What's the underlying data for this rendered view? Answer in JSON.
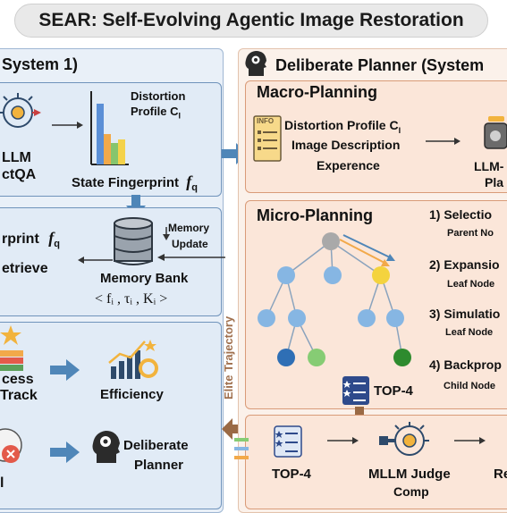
{
  "title": "SEAR: Self-Evolving Agentic Image Restoration",
  "left_panel": {
    "header": "System 1)",
    "top": {
      "llm_label_1": "LLM",
      "llm_label_2": "ctQA",
      "distortion_label_1": "Distortion",
      "distortion_label_2": "Profile C",
      "distortion_sub": "I",
      "fingerprint_label": "State Fingerprint",
      "fingerprint_symbol": "f",
      "fingerprint_sub": "q"
    },
    "middle": {
      "fingerprint_label": "rprint",
      "fingerprint_symbol": "f",
      "fingerprint_sub": "q",
      "retrieve_label": "etrieve",
      "memory_update_1": "Memory",
      "memory_update_2": "Update",
      "memory_bank": "Memory Bank",
      "memory_tuple": "< fᵢ , τᵢ , Kᵢ >"
    },
    "bottom": {
      "success_1": "cess",
      "success_2": "Track",
      "efficiency": "Efficiency",
      "fail_label": "l",
      "deliberate_1": "Deliberate",
      "deliberate_2": "Planner"
    }
  },
  "elite_trajectory": "Elite Trajectory",
  "right_panel": {
    "header": "Deliberate Planner (System",
    "macro": {
      "heading": "Macro-Planning",
      "info_icon_text": "INFO",
      "line1": "Distortion Profile C",
      "line1_sub": "I",
      "line2": "Image Description",
      "line3": "Experence",
      "llm_1": "LLM-",
      "llm_2": "Pla"
    },
    "micro": {
      "heading": "Micro-Planning",
      "steps": [
        {
          "title": "1) Selectio",
          "sub": "Parent No"
        },
        {
          "title": "2) Expansio",
          "sub": "Leaf Node"
        },
        {
          "title": "3) Simulatio",
          "sub": "Leaf Node"
        },
        {
          "title": "4) Backprop",
          "sub": "Child Node"
        }
      ],
      "top4": "TOP-4"
    },
    "bottom": {
      "top4": "TOP-4",
      "judge_1": "MLLM Judge",
      "judge_2": "Comp",
      "result": "Re"
    }
  },
  "colors": {
    "left_bg": "#e9f0f8",
    "right_bg": "#fbf1ea",
    "arrow_blue": "#4f86b8",
    "arrow_brown": "#9a6a45",
    "node_grey": "#a9a9a9",
    "node_light_blue": "#86b6e3",
    "node_yellow": "#f4d33e",
    "node_dark_blue": "#2f6fb5",
    "node_green": "#86cc74"
  }
}
